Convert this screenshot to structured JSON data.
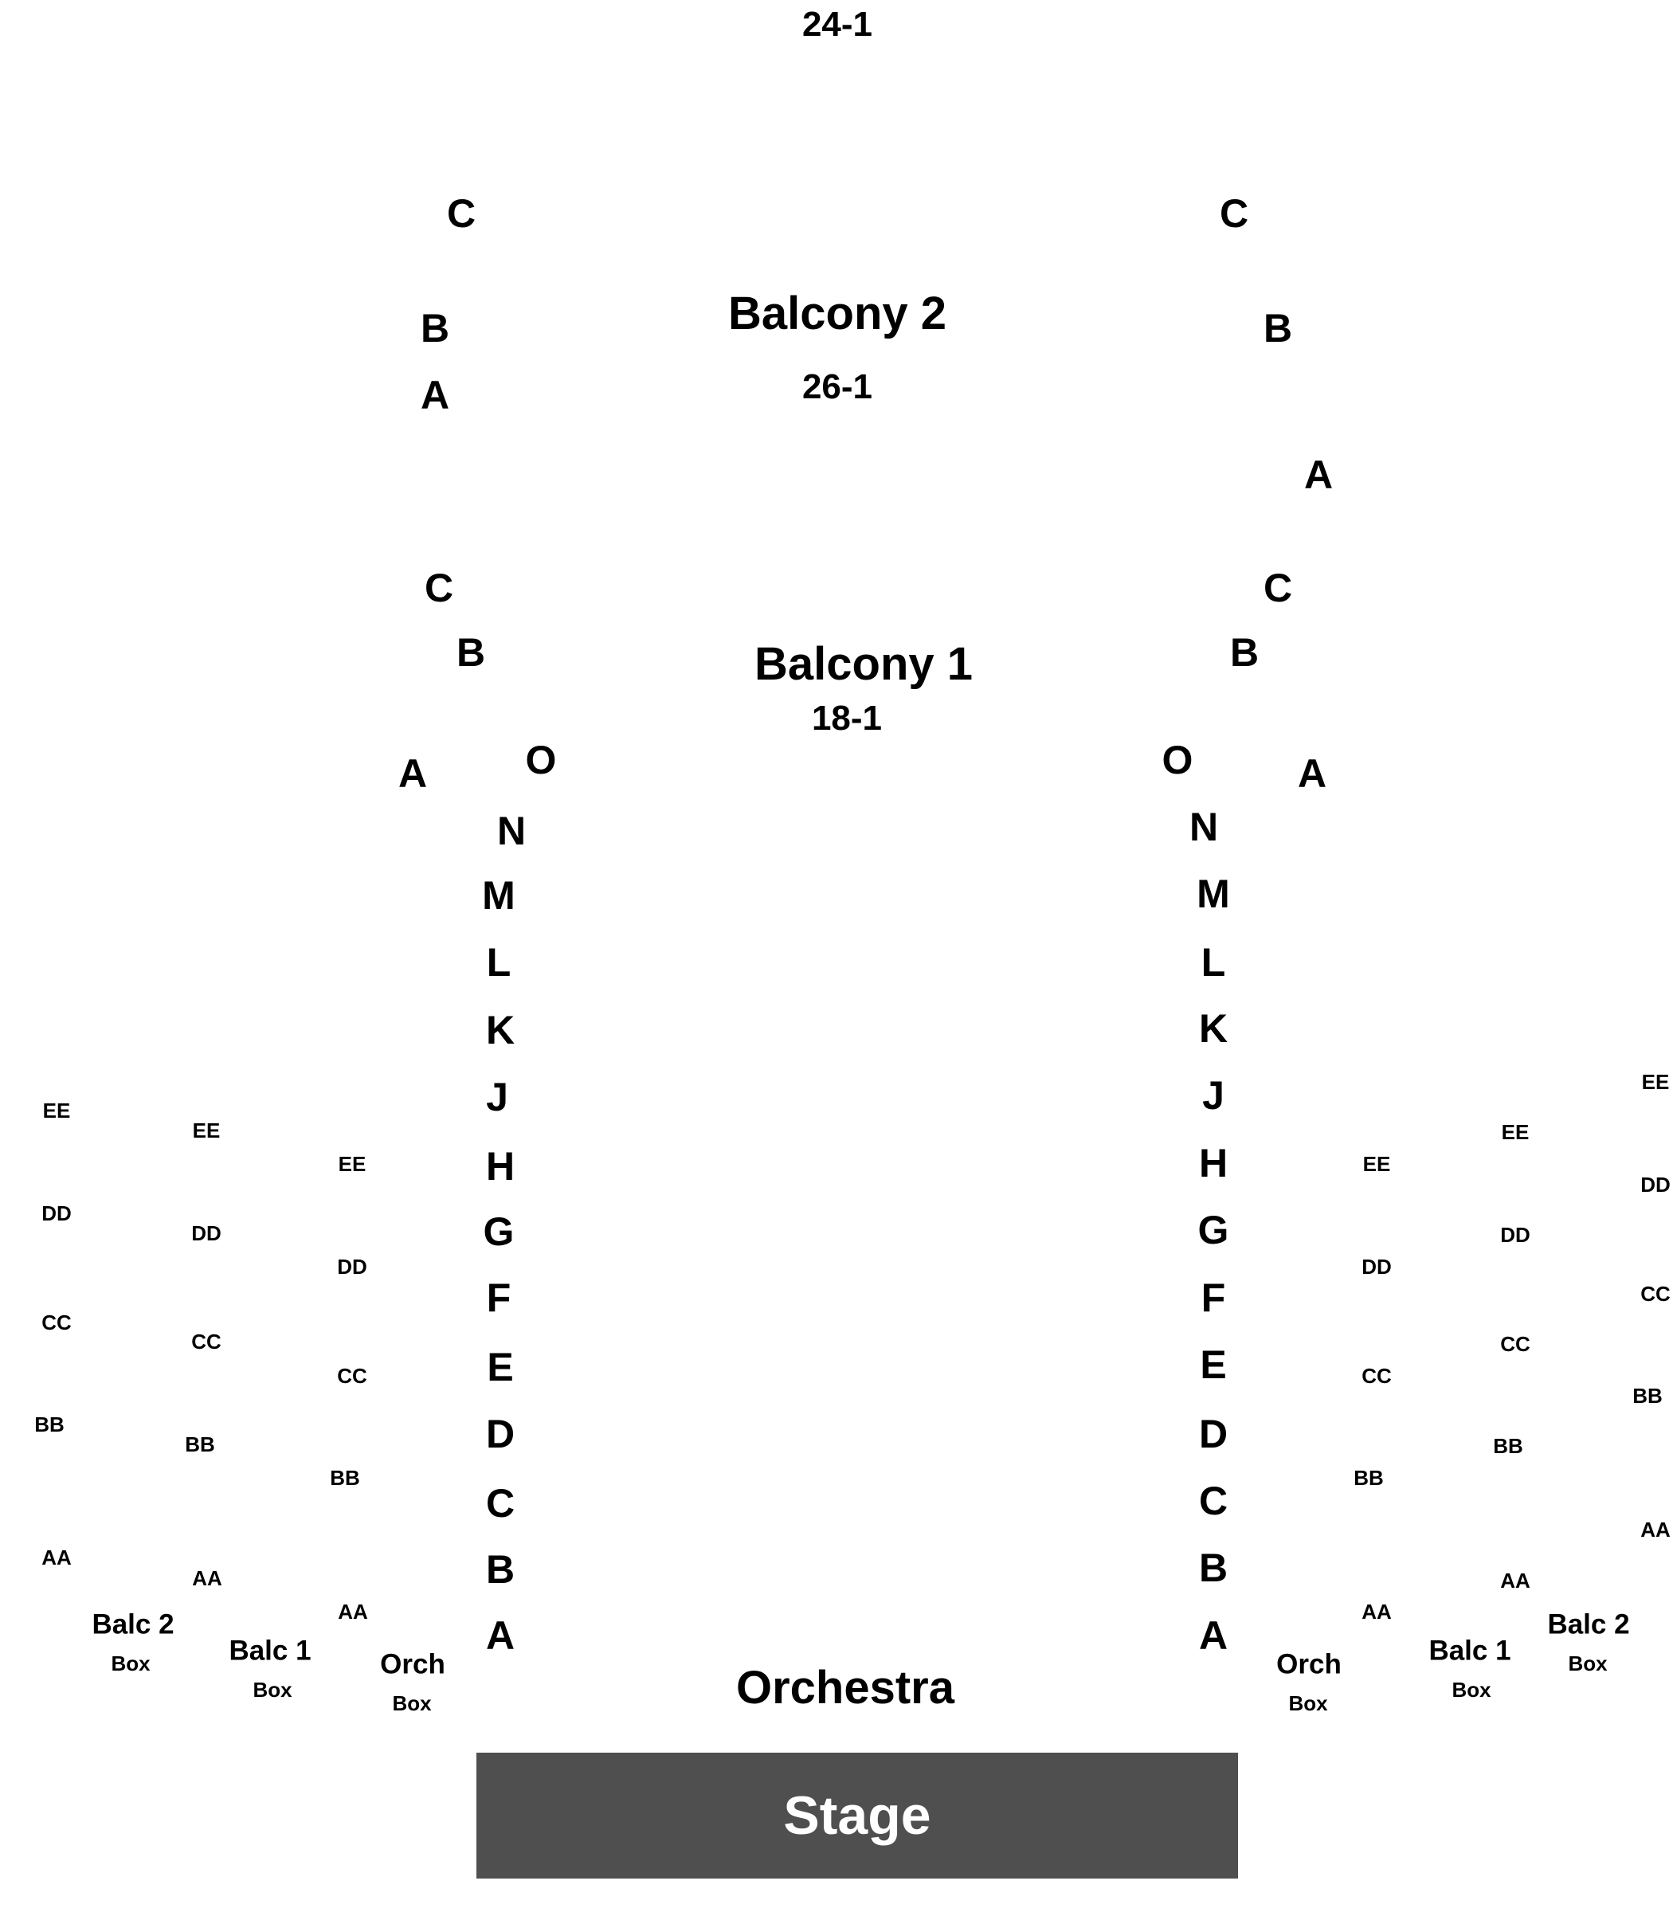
{
  "balcony2": {
    "title": "Balcony 2",
    "seat_range_top": "24-1",
    "seat_range": "26-1",
    "left_rows": [
      "C",
      "B",
      "A"
    ],
    "right_rows": [
      "C",
      "B",
      "A"
    ]
  },
  "balcony1": {
    "title": "Balcony 1",
    "seat_range": "18-1",
    "left_rows": [
      "C",
      "B",
      "A"
    ],
    "right_rows": [
      "C",
      "B",
      "A"
    ]
  },
  "orchestra": {
    "title": "Orchestra",
    "left_rows": [
      "O",
      "N",
      "M",
      "L",
      "K",
      "J",
      "H",
      "G",
      "F",
      "E",
      "D",
      "C",
      "B",
      "A"
    ],
    "right_rows": [
      "O",
      "N",
      "M",
      "L",
      "K",
      "J",
      "H",
      "G",
      "F",
      "E",
      "D",
      "C",
      "B",
      "A"
    ]
  },
  "boxes": {
    "left": [
      {
        "name": "Balc 2",
        "sub": "Box",
        "rows": [
          "EE",
          "DD",
          "CC",
          "BB",
          "AA"
        ]
      },
      {
        "name": "Balc 1",
        "sub": "Box",
        "rows": [
          "EE",
          "DD",
          "CC",
          "BB",
          "AA"
        ]
      },
      {
        "name": "Orch",
        "sub": "Box",
        "rows": [
          "EE",
          "DD",
          "CC",
          "BB",
          "AA"
        ]
      }
    ],
    "right": [
      {
        "name": "Orch",
        "sub": "Box",
        "rows": [
          "EE",
          "DD",
          "CC",
          "BB",
          "AA"
        ]
      },
      {
        "name": "Balc 1",
        "sub": "Box",
        "rows": [
          "EE",
          "DD",
          "CC",
          "BB",
          "AA"
        ]
      },
      {
        "name": "Balc 2",
        "sub": "Box",
        "rows": [
          "EE",
          "DD",
          "CC",
          "BB",
          "AA"
        ]
      }
    ]
  },
  "stage": {
    "label": "Stage",
    "color": "#4f4f4f"
  }
}
